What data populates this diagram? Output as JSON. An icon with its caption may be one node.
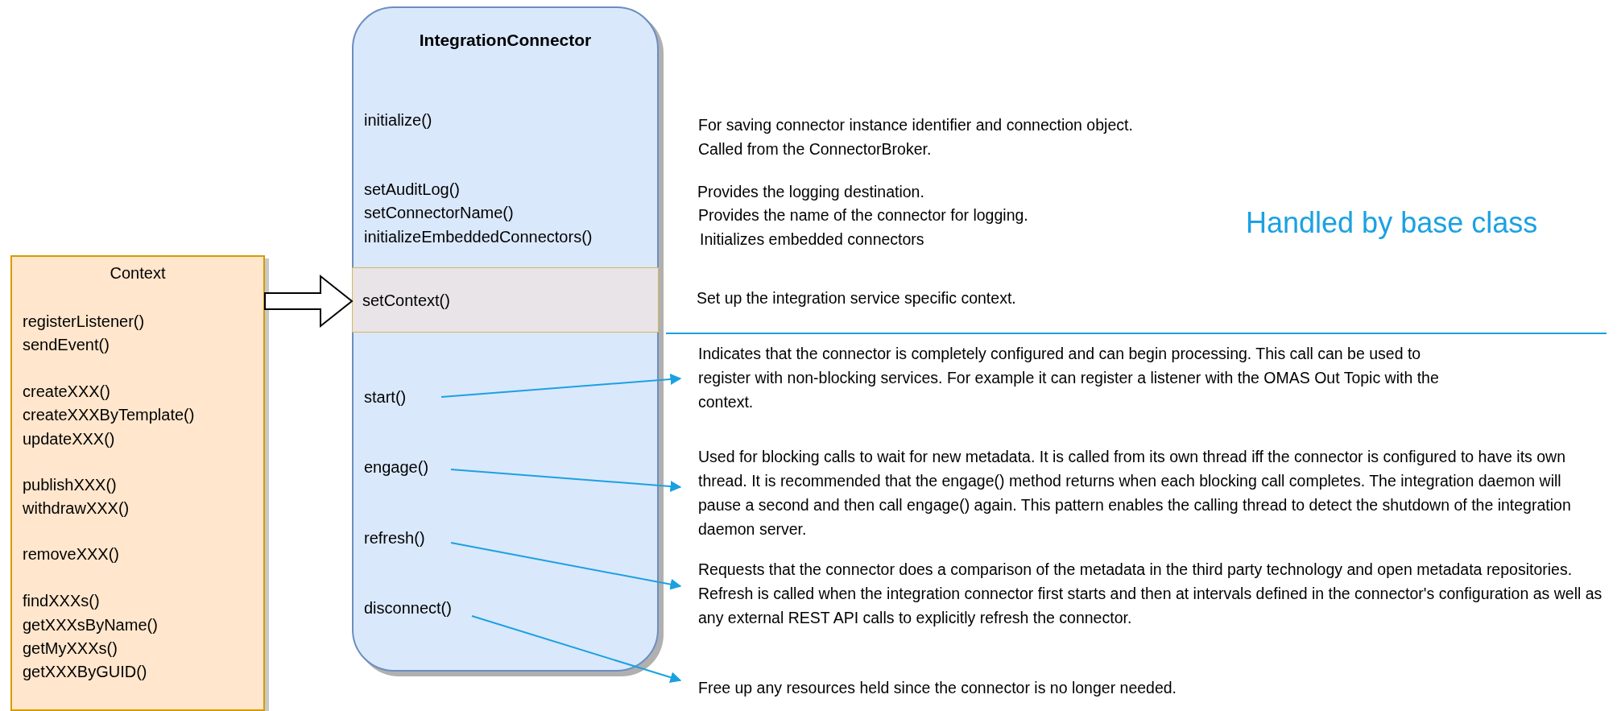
{
  "diagram": {
    "nodes": [
      {
        "text": [
          "Context",
          "registerListener()",
          "sendEvent()",
          "createXXX()",
          "createXXXByTemplate()",
          "updateXXX()",
          "publishXXX()",
          "withdrawXXX()",
          "removeXXX()",
          "findXXXs()",
          "getXXXsByName()",
          "getMyXXXs()",
          "getXXXByGUID()"
        ]
      },
      {
        "text": [
          "IntegrationConnector",
          "initialize()",
          "setAuditLog()",
          "setConnectorName()",
          "initializeEmbeddedConnectors()"
        ]
      },
      {
        "text": [
          "setContext()"
        ],
        "in": 1
      },
      {
        "text": [
          "start()"
        ],
        "in": 1
      },
      {
        "text": [
          "engage()"
        ],
        "in": 1
      },
      {
        "text": [
          "refresh()"
        ],
        "in": 1
      },
      {
        "text": [
          "disconnect()"
        ],
        "in": 1
      },
      {
        "text": [
          "Indicates that the connector is completely configured and can begin processing.  This call can be used to register with non-blocking services.  For example it can register a listener with the OMAS Out Topic with the context."
        ]
      },
      {
        "text": [
          "Used for blocking calls to wait for new metadata. It is called from its own thread iff the connector is configured to have its own thread. It is recommended that the engage() method returns when each blocking call completes. The integration daemon will pause a second and then call engage() again. This pattern enables the calling thread to detect the shutdown of the integration daemon server."
        ]
      },
      {
        "text": [
          "Requests that the connector does a comparison of the metadata in the third party technology and open metadata repositories. Refresh is called when the integration connector first starts and then at intervals defined in the connector's configuration as well as any external REST API calls to explicitly refresh the connector."
        ]
      },
      {
        "text": [
          "Free up any resources held since the connector is no longer needed."
        ]
      }
    ],
    "edges": [
      {
        "from": 0,
        "to": 2,
        "arrow": "to",
        "style": "thick",
        "color": "#000000"
      },
      {
        "from": 3,
        "to": 7,
        "arrow": "to"
      },
      {
        "from": 4,
        "to": 8,
        "arrow": "to"
      },
      {
        "from": 5,
        "to": 9,
        "arrow": "to"
      },
      {
        "from": 6,
        "to": 10,
        "arrow": "to"
      }
    ],
    "labels": [
      "For saving connector instance identifier and connection object.",
      "Called from the ConnectorBroker.",
      "Provides the logging destination.",
      "Provides the name of the connector for logging.",
      "Initializes embedded connectors",
      "Handled by base class",
      "Set up the integration service specific context."
    ]
  }
}
